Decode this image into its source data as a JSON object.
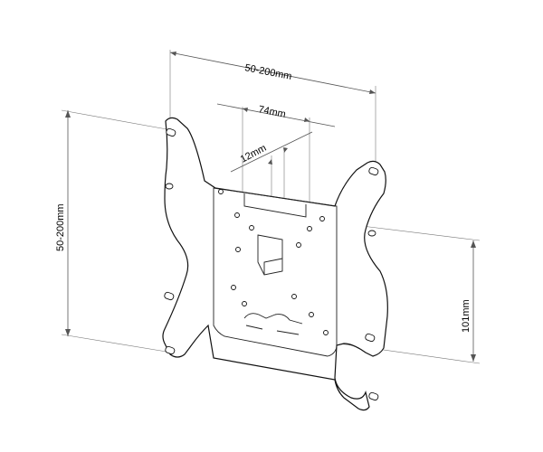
{
  "dimensions": {
    "outer_width": "50-200mm",
    "outer_height": "50-200mm",
    "hole_spacing": "74mm",
    "inner_offset": "12mm",
    "depth": "101mm"
  }
}
